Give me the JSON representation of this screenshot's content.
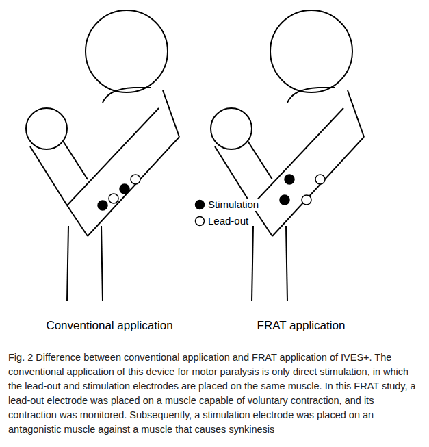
{
  "diagram": {
    "caption": "Fig. 2 Difference between conventional application and FRAT application of IVES+. The conventional application of this device for motor paralysis is only direct stimulation, in which the lead-out and stimulation electrodes are placed on the same muscle. In this FRAT study, a lead-out electrode was placed on a muscle capable of voluntary contraction, and its contraction was monitored. Subsequently, a stimulation electrode was placed on an antagonistic muscle against a muscle that causes synkinesis",
    "labels": [
      "Conventional application",
      "FRAT application"
    ],
    "legend": [
      {
        "text": "Stimulation"
      },
      {
        "text": "Lead-out"
      }
    ]
  }
}
